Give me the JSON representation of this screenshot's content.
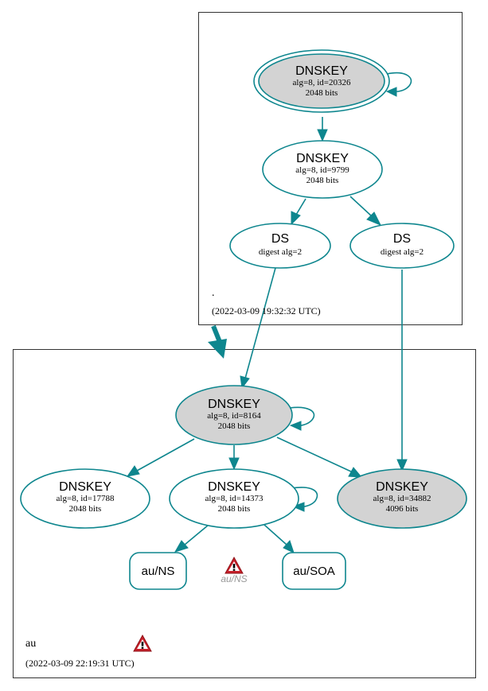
{
  "root_zone": {
    "label": ".",
    "timestamp": "(2022-03-09 19:32:32 UTC)",
    "ksk": {
      "title": "DNSKEY",
      "detail": "alg=8, id=20326",
      "size": "2048 bits"
    },
    "zsk": {
      "title": "DNSKEY",
      "detail": "alg=8, id=9799",
      "size": "2048 bits"
    },
    "ds_left": {
      "title": "DS",
      "detail": "digest alg=2"
    },
    "ds_right": {
      "title": "DS",
      "detail": "digest alg=2"
    }
  },
  "au_zone": {
    "label": "au",
    "timestamp": "(2022-03-09 22:19:31 UTC)",
    "ksk": {
      "title": "DNSKEY",
      "detail": "alg=8, id=8164",
      "size": "2048 bits"
    },
    "key_17788": {
      "title": "DNSKEY",
      "detail": "alg=8, id=17788",
      "size": "2048 bits"
    },
    "key_14373": {
      "title": "DNSKEY",
      "detail": "alg=8, id=14373",
      "size": "2048 bits"
    },
    "key_34882": {
      "title": "DNSKEY",
      "detail": "alg=8, id=34882",
      "size": "4096 bits"
    },
    "rr_ns": "au/NS",
    "rr_soa": "au/SOA",
    "warning_label": "au/NS"
  },
  "colors": {
    "edge": "#0e868e",
    "signing_key_fill": "#d3d3d3",
    "warning_red": "#c8202a"
  },
  "icons": [
    "warning-icon"
  ]
}
